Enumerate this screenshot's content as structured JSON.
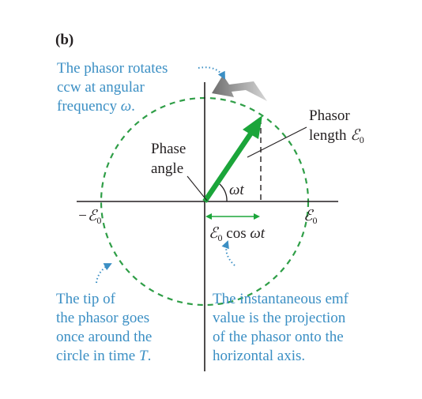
{
  "panel_label": "(b)",
  "callout_rotation": {
    "lines": [
      "The phasor rotates",
      "ccw at angular",
      "frequency"
    ],
    "symbol": "ω",
    "suffix": "."
  },
  "phasor_length_label": {
    "line1": "Phasor",
    "line2": "length",
    "symbol": "ℰ",
    "subscript": "0"
  },
  "phase_angle_label": {
    "line1": "Phase",
    "line2": "angle"
  },
  "angle_label": "ωt",
  "axis_labels": {
    "negative": "−ℰ",
    "positive": "ℰ",
    "subscript": "0"
  },
  "projection_label": {
    "symbol": "ℰ",
    "subscript": "0",
    "text": " cos ",
    "arg": "ωt"
  },
  "callout_tip": {
    "lines": [
      "The tip of",
      "the phasor goes",
      "once around the",
      "circle in time"
    ],
    "symbol": "T",
    "suffix": "."
  },
  "callout_projection": {
    "lines": [
      "The instantaneous emf",
      "value is the projection",
      "of the phasor onto the",
      "horizontal axis."
    ]
  },
  "colors": {
    "phasor": "#1ba53a",
    "circle": "#2f9e47",
    "text_blue": "#3b8fc4",
    "text_black": "#231f20",
    "rotation_arrow": "#8a8a8a"
  },
  "icons": {
    "rotation_arrow": "curved-gray-arrow-icon",
    "callout_arrows": "dotted-blue-arrow-icon"
  }
}
